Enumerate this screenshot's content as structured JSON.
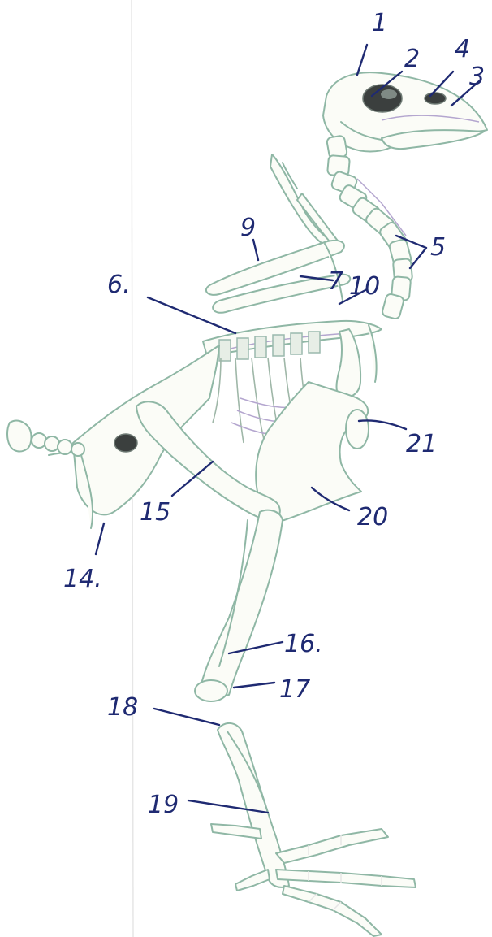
{
  "labels": {
    "l1": "1",
    "l2": "2",
    "l3": "3",
    "l4": "4",
    "l5": "5",
    "l6": "6.",
    "l7": "7",
    "l9": "9",
    "l10": "10",
    "l14": "14.",
    "l15": "15",
    "l16": "16.",
    "l17": "17",
    "l18": "18",
    "l19": "19",
    "l20": "20",
    "l21": "21"
  },
  "colors": {
    "bone_outline": "#8fb7a5",
    "ink": "#1f2a72"
  }
}
